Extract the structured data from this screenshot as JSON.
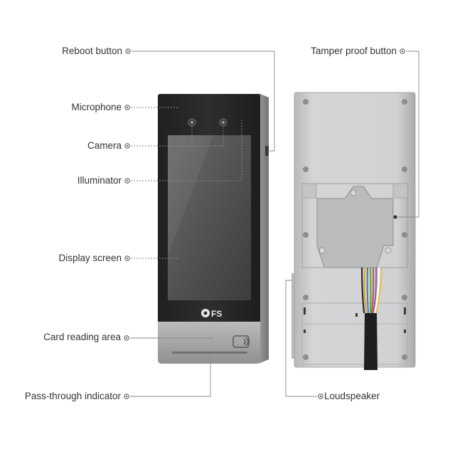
{
  "brand": {
    "logo_text": "FS"
  },
  "colors": {
    "line": "#8a8a8a",
    "text": "#333333",
    "bezel": "#2b2c2e",
    "screen": "#5a5b5d",
    "metal": "#a9abad",
    "back_panel": "#c9cbcd"
  },
  "labels": {
    "reboot_button": "Reboot button",
    "microphone": "Microphone",
    "camera": "Camera",
    "illuminator": "Illuminator",
    "display_screen": "Display screen",
    "card_reading_area": "Card reading area",
    "pass_through_indicator": "Pass-through indicator",
    "tamper_proof_button": "Tamper proof button",
    "loudspeaker": "Loudspeaker"
  }
}
